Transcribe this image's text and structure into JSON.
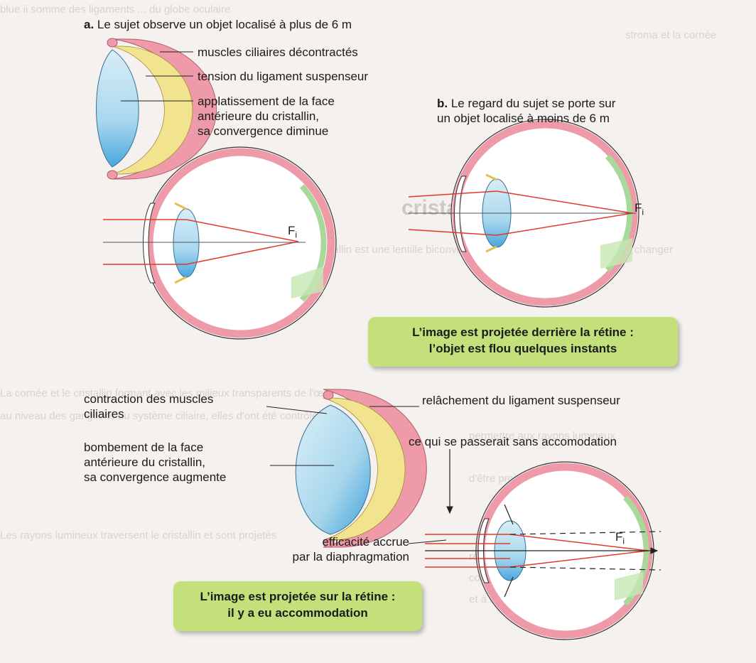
{
  "section_a": {
    "letter": "a.",
    "title": "Le sujet observe un objet localisé à plus de 6 m",
    "labels": {
      "ciliary": "muscles ciliaires décontractés",
      "ligament": "tension du ligament suspenseur",
      "flatten_1": "applatissement de la face",
      "flatten_2": "antérieure du cristallin,",
      "flatten_3": "sa convergence diminue"
    },
    "focus_label": "F",
    "focus_sub": "i"
  },
  "section_b": {
    "letter": "b.",
    "title_1": "Le regard du sujet se porte sur",
    "title_2": "un objet localisé à moins de 6 m",
    "focus_label": "F",
    "focus_sub": "i",
    "callout_1": "L’image est projetée derrière la rétine :",
    "callout_2": "l’objet est flou quelques instants"
  },
  "section_c": {
    "contraction_1": "contraction des muscles",
    "contraction_2": "ciliaires",
    "bulge_1": "bombement de la face",
    "bulge_2": "antérieure du cristallin,",
    "bulge_3": "sa convergence augmente",
    "relax": "relâchement du ligament suspenseur",
    "without": "ce qui se passerait sans accomodation",
    "efficiency_1": "efficacité accrue",
    "efficiency_2": "par la diaphragmation",
    "focus_label": "F",
    "focus_sub": "i",
    "callout_1": "L’image est projetée sur la rétine :",
    "callout_2": "il y a eu accommodation"
  },
  "colors": {
    "sclera": "#ee9aa8",
    "yellow": "#f3e89b",
    "lens": "#9fd3ea",
    "ray": "#e23a2a",
    "green": "#a8d99a",
    "callout": "#c3e07a"
  }
}
